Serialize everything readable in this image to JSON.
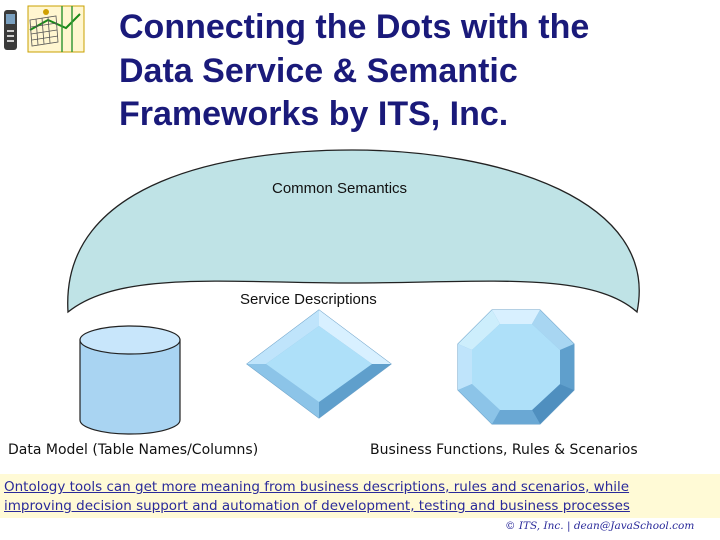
{
  "title": {
    "line1": "Connecting the Dots with the",
    "line2": "Data Service & Semantic",
    "line3": "Frameworks by ITS, Inc."
  },
  "diagram": {
    "common_semantics": "Common Semantics",
    "service_descriptions": "Service Descriptions",
    "data_model": "Data Model (Table Names/Columns)",
    "business_functions": "Business Functions, Rules & Scenarios"
  },
  "note": {
    "line1": "Ontology tools can get more meaning from business descriptions, rules and scenarios, while",
    "line2": "improving decision support and automation of development, testing and business processes"
  },
  "footer": {
    "copyright": "© ITS, Inc. | dean@JavaSchool.com"
  },
  "colors": {
    "title": "#1a1a7a",
    "arc_fill": "#bfe3e6",
    "shape_fill": "#a9d8f5",
    "cylinder_fill": "#a9d4f2",
    "note_bg": "#fffad6",
    "note_text": "#2a2a9a"
  }
}
